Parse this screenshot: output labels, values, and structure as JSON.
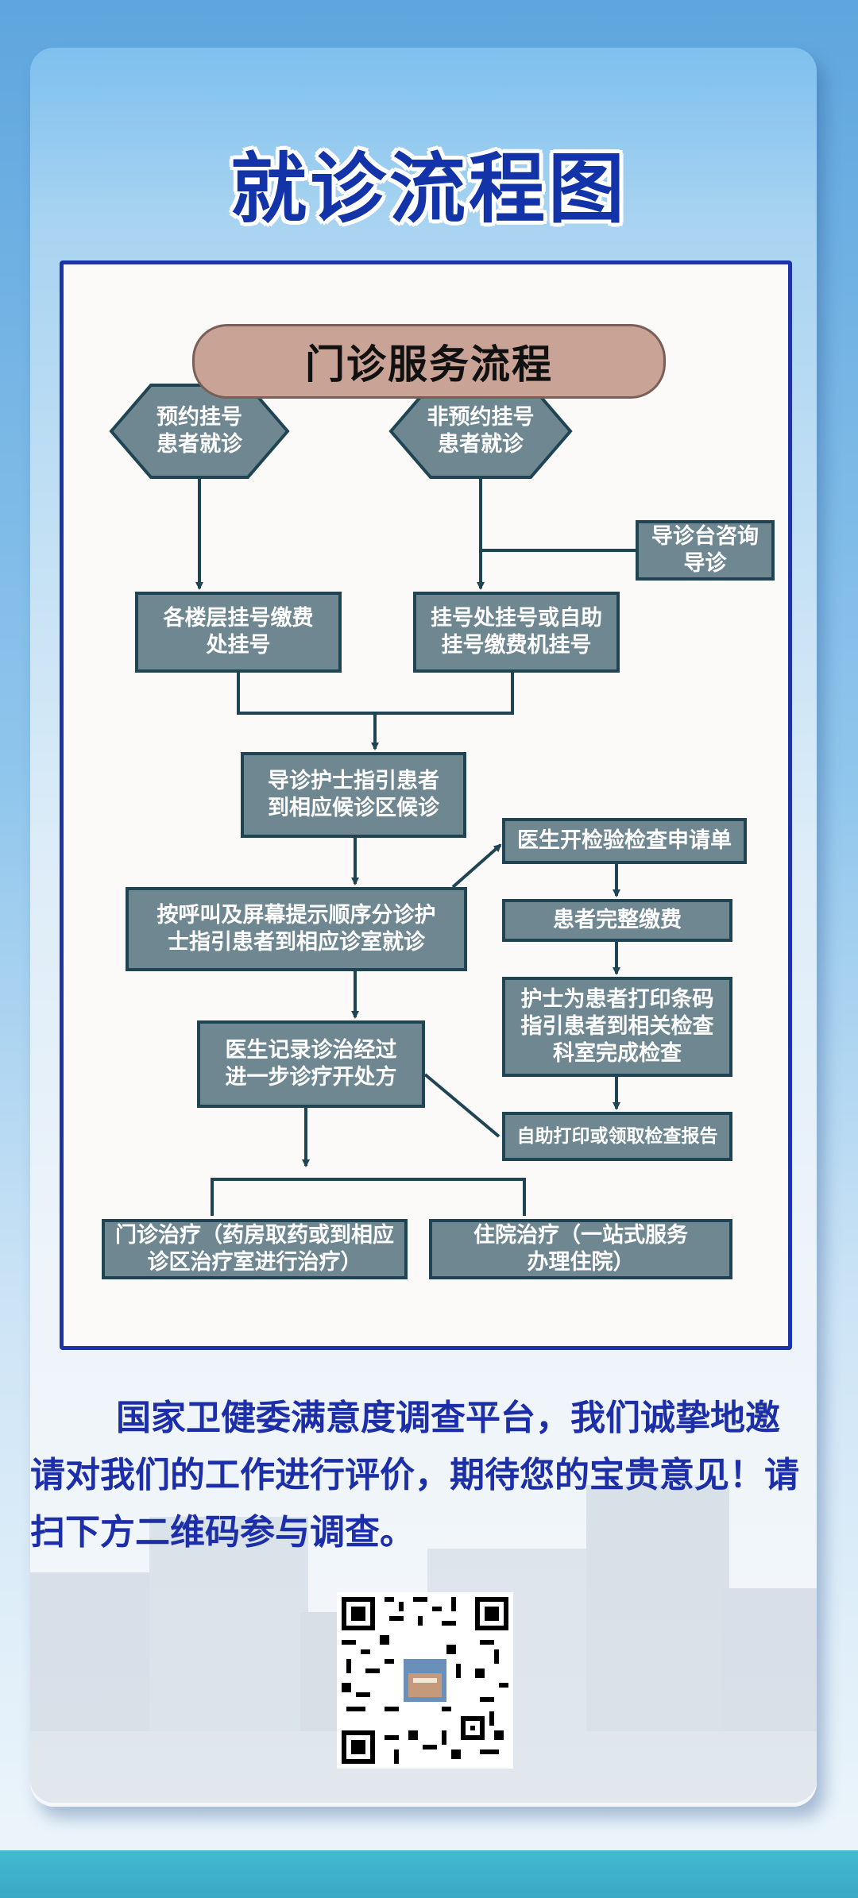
{
  "title": "就诊流程图",
  "section_title": "门诊服务流程",
  "nodes": {
    "n1": "预约挂号\n患者就诊",
    "n2": "非预约挂号\n患者就诊",
    "n3": "导诊台咨询\n导诊",
    "n4": "各楼层挂号缴费\n处挂号",
    "n5": "挂号处挂号或自助\n挂号缴费机挂号",
    "n6": "导诊护士指引患者\n到相应候诊区候诊",
    "n7": "按呼叫及屏幕提示顺序分诊护\n士指引患者到相应诊室就诊",
    "n8": "医生开检验检查申请单",
    "n9": "患者完整缴费",
    "n10": "护士为患者打印条码\n指引患者到相关检查\n科室完成检查",
    "n11": "医生记录诊治经过\n进一步诊疗开处方",
    "n12": "自助打印或领取检查报告",
    "n13": "门诊治疗（药房取药或到相应\n诊区治疗室进行治疗）",
    "n14": "住院治疗（一站式服务\n办理住院）"
  },
  "survey_text": "国家卫健委满意度调查平台，我们诚挚地邀请对我们的工作进行评价，期待您的宝贵意见！请扫下方二维码参与调查。",
  "colors": {
    "title": "#1333a8",
    "panel_border": "#1d34a8",
    "box_fill": "#6f8791",
    "box_border": "#1f4555",
    "pill_fill": "#c9a396"
  }
}
